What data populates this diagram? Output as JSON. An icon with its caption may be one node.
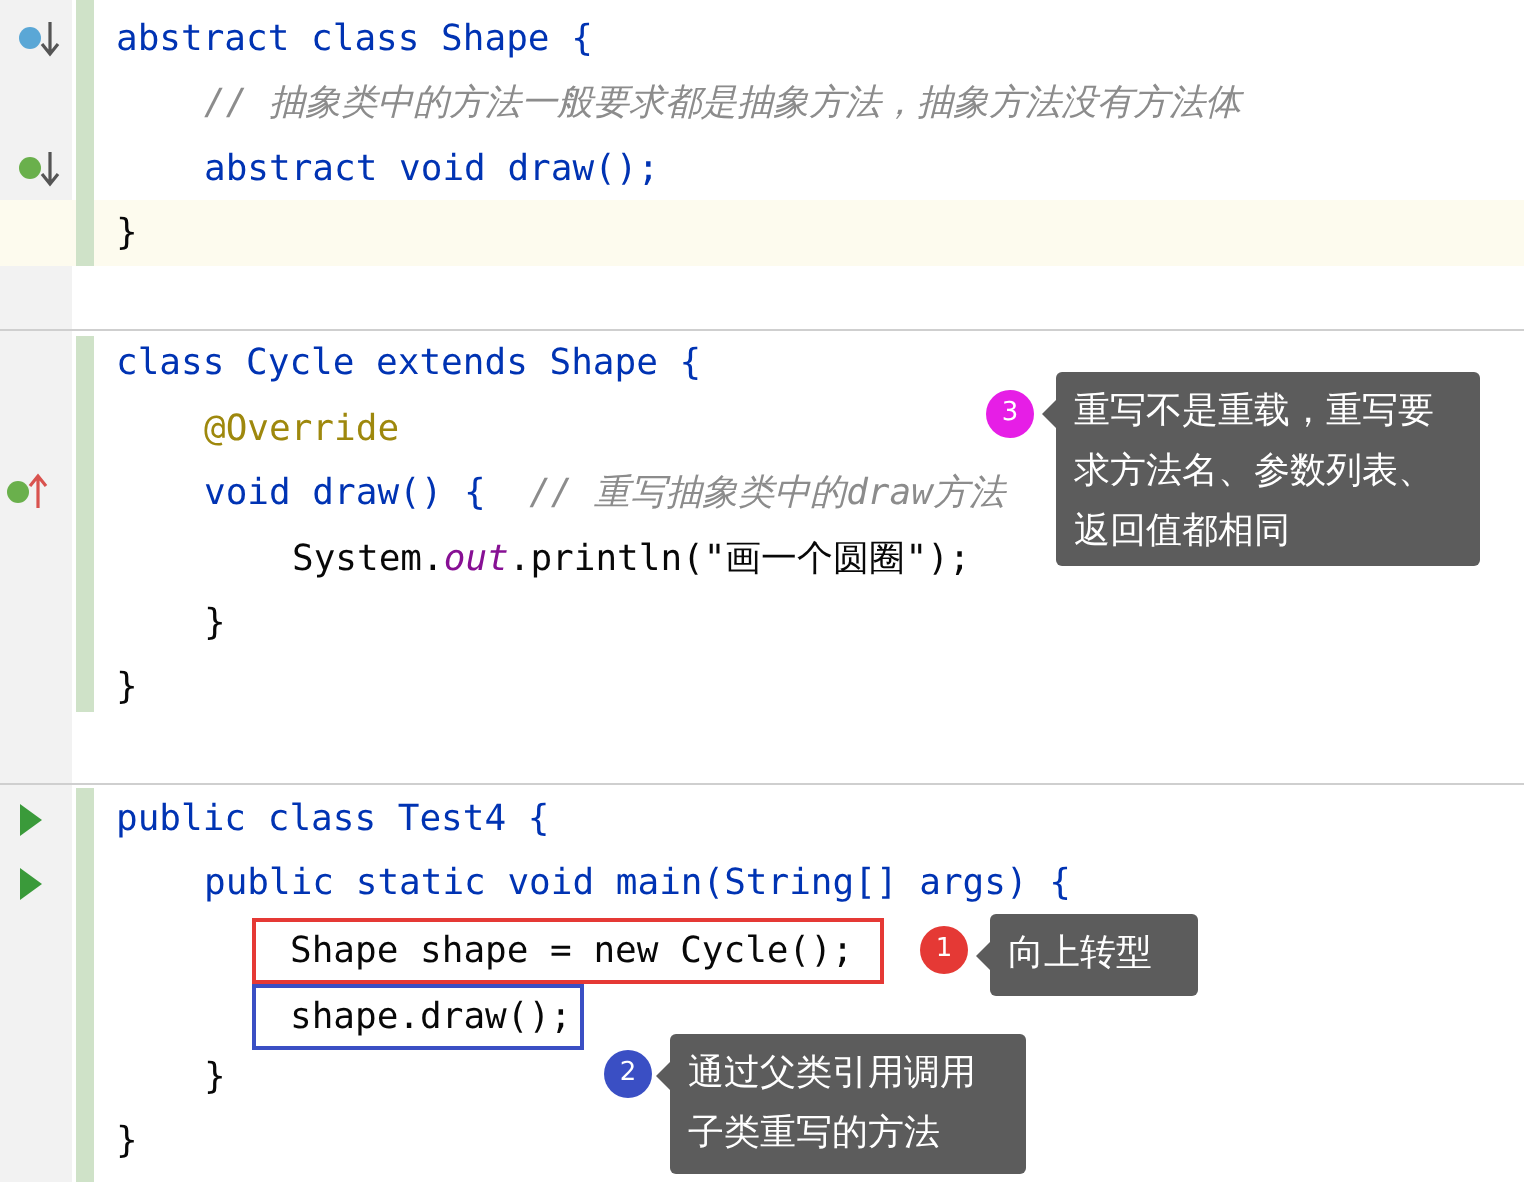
{
  "diagram": {
    "nodes": [
      {
        "text": [
          "3"
        ]
      },
      {
        "text": [
          "重写不是重载，重写要求方法名、参数列表、返回值都相同"
        ]
      },
      {
        "text": [
          "Shape shape = new Cycle();"
        ]
      },
      {
        "text": [
          "1"
        ]
      },
      {
        "text": [
          "向上转型"
        ]
      },
      {
        "text": [
          "shape.draw();"
        ]
      },
      {
        "text": [
          "2"
        ]
      },
      {
        "text": [
          "通过父类引用调用子类重写的方法"
        ]
      }
    ],
    "labels": [
      "abstract class Shape {",
      "// 抽象类中的方法一般要求都是抽象方法，抽象方法没有方法体",
      "abstract void draw();",
      "}",
      "class Cycle extends Shape {",
      "@Override",
      "void draw() {  *// 重写抽象类中的draw方法*",
      "System.*out*.println(\"画一个圆圈\");",
      "}",
      "}",
      "public class Test4 {",
      "public static void main(String[] args) {",
      "}",
      "}"
    ]
  }
}
